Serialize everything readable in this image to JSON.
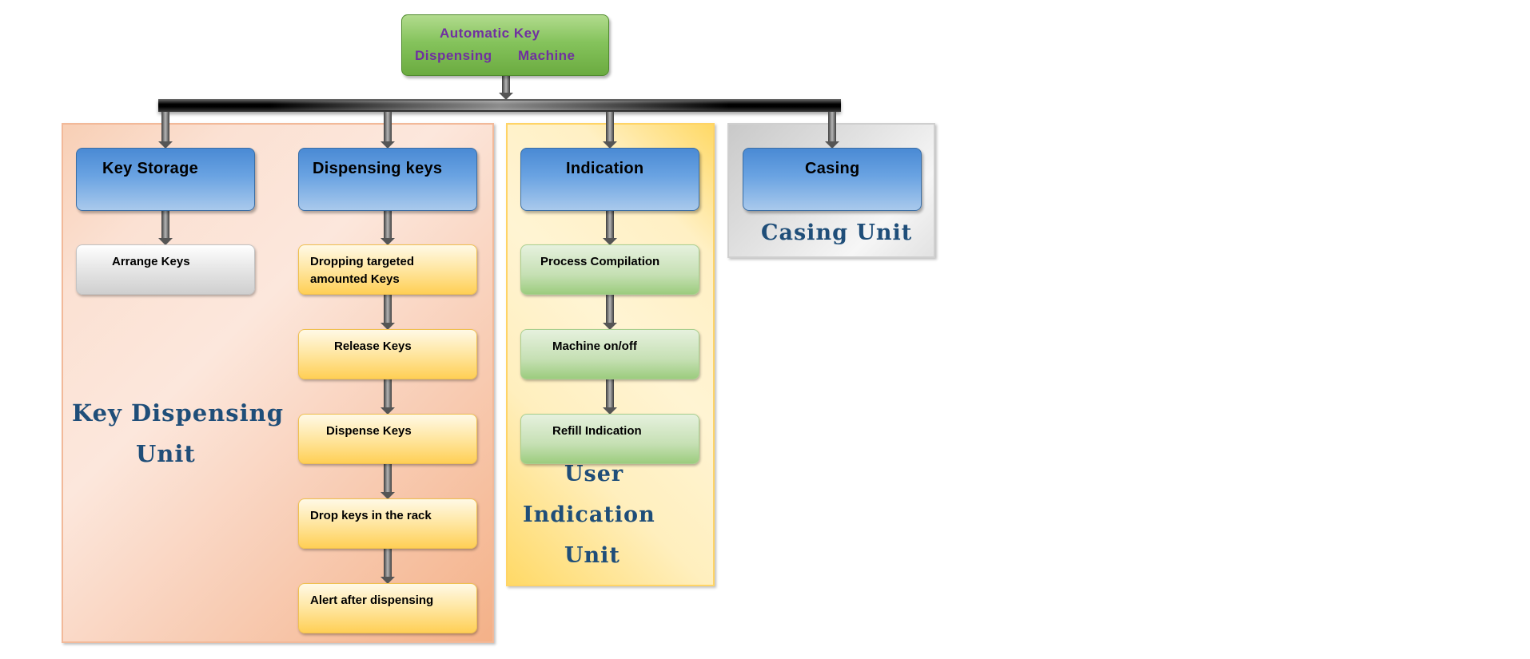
{
  "root": {
    "line1": "Automatic Key",
    "line2_a": "Dispensing",
    "line2_b": "Machine"
  },
  "units": {
    "key_dispensing": {
      "line1": "Key Dispensing",
      "line2": "Unit"
    },
    "user_indication": {
      "line1": "User",
      "line2": "Indication",
      "line3": "Unit"
    },
    "casing": {
      "line1": "Casing Unit"
    }
  },
  "categories": {
    "key_storage": "Key Storage",
    "dispensing_keys": "Dispensing keys",
    "indication": "Indication",
    "casing": "Casing"
  },
  "steps": {
    "arrange_keys": "Arrange Keys",
    "dropping_line1": "Dropping targeted",
    "dropping_line2": "amounted Keys",
    "release_keys": "Release Keys",
    "dispense_keys": "Dispense Keys",
    "drop_keys_rack": "Drop keys  in the rack",
    "alert_after_dispensing": "Alert after dispensing",
    "process_compilation": "Process Compilation",
    "machine_on_off": "Machine on/off",
    "refill_indication": "Refill Indication"
  },
  "colors": {
    "root_fill": "#85c35c",
    "root_text": "#7030a0",
    "category_fill": "#5b9bd5",
    "unit_label_text": "#1f4e79",
    "key_dispensing_panel": "#f8cbad",
    "user_indication_panel": "#ffe699",
    "casing_panel": "#d9d9d9",
    "dispensing_step_fill": "#ffd966",
    "indication_step_fill": "#c6e0b4",
    "storage_step_fill": "#e7e6e6",
    "connector_bar": "#000000"
  }
}
